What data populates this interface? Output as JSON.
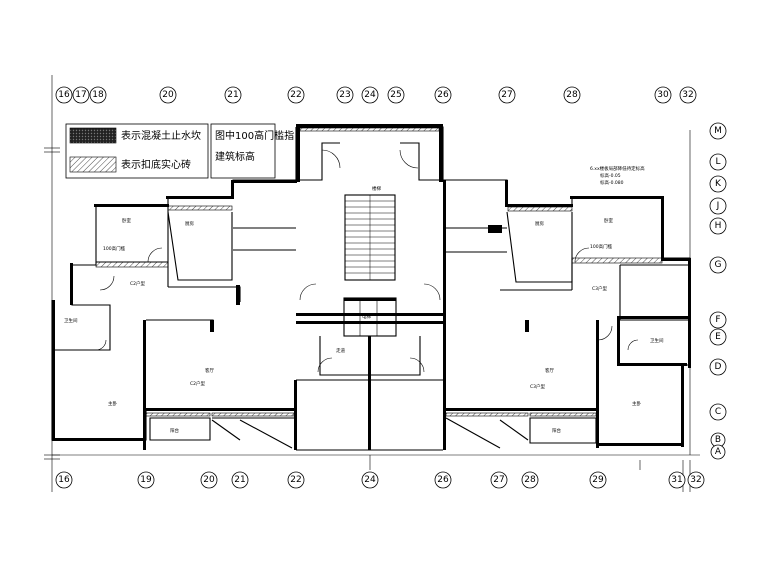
{
  "legend": {
    "concrete_label": "表示混凝土止水坎",
    "brick_label": "表示扣底实心砖",
    "note_line1": "图中100高门槛指",
    "note_line2": "建筑标高"
  },
  "top_axes": [
    "16",
    "17",
    "18",
    "20",
    "21",
    "22",
    "23",
    "24",
    "25",
    "26",
    "27",
    "28",
    "30",
    "32"
  ],
  "bottom_axes": [
    "16",
    "19",
    "20",
    "21",
    "22",
    "24",
    "26",
    "27",
    "28",
    "29",
    "31",
    "32"
  ],
  "right_axes": [
    "M",
    "L",
    "K",
    "J",
    "H",
    "G",
    "F",
    "E",
    "D",
    "C",
    "B",
    "A"
  ],
  "rooms": {
    "left_bedroom": "卧室",
    "left_kitchen": "厨房",
    "left_living": "客厅",
    "left_main_bed": "主卧",
    "left_bath": "卫生间",
    "unit_left": "C2户型",
    "unit_left2": "C2户型",
    "unit_right": "C3户型",
    "unit_right2": "C3户型",
    "stair": "楼梯",
    "elevator": "电梯",
    "corridor": "走道",
    "balcony": "阳台",
    "left_door_note": "100高门槛",
    "right_door_note": "100高门槛",
    "right_bath": "卫生间",
    "right_main_bed": "主卧",
    "small_note_1": "6.xx楼板局部降低待定标高",
    "small_note_2": "标高-0.05",
    "small_note_3": "标高-0.080"
  }
}
